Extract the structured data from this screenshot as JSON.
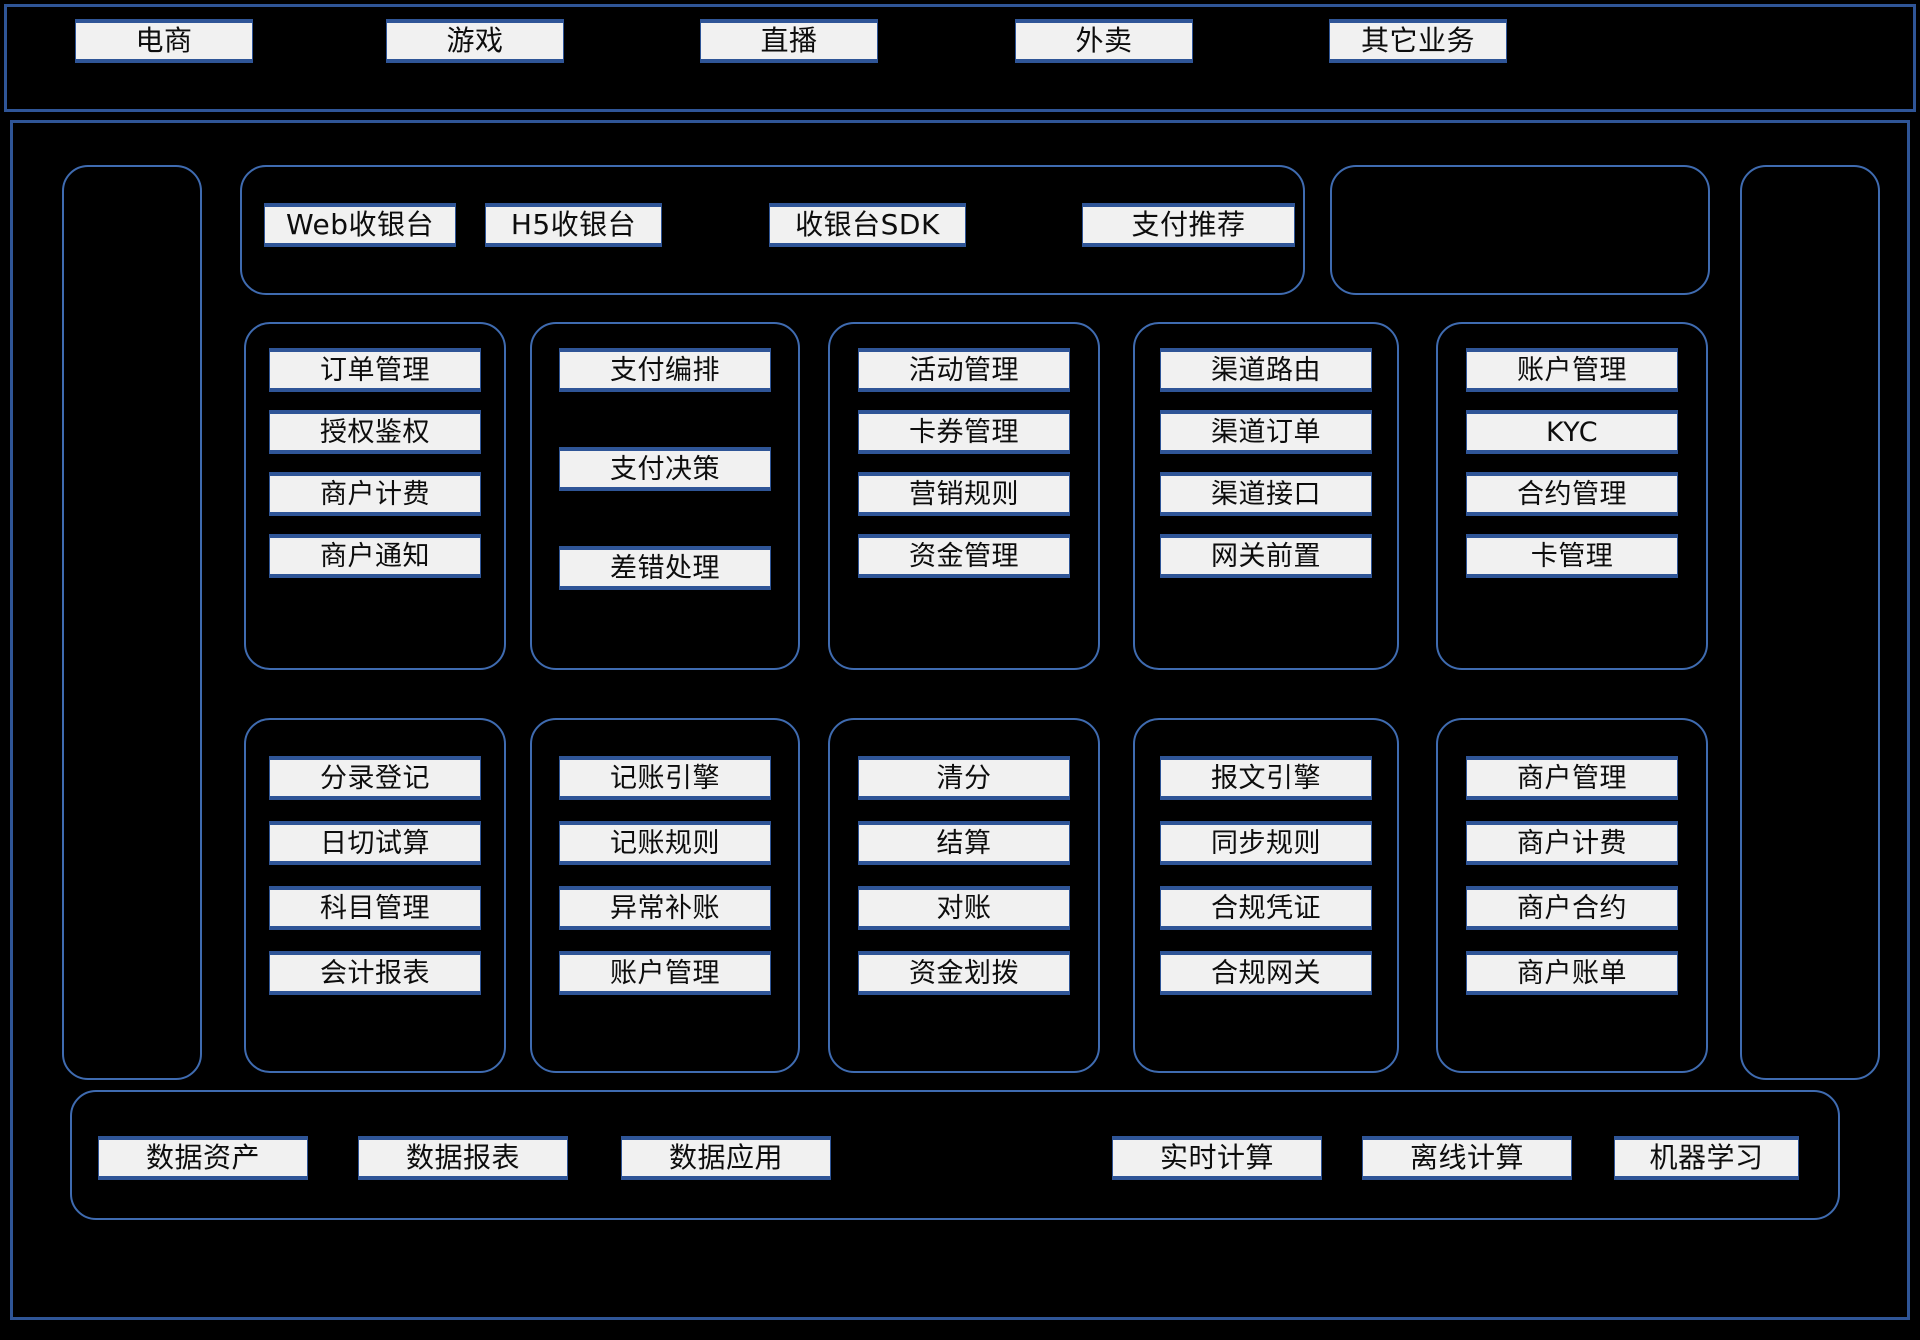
{
  "diagram": {
    "type": "layered-architecture",
    "background_color": "#000000",
    "accent_color": "#2f5597",
    "panel_border_color": "#3f6bb0",
    "chip_fill_color": "#f1f1f1"
  },
  "business_layer": {
    "items": [
      {
        "label": "电商"
      },
      {
        "label": "游戏"
      },
      {
        "label": "直播"
      },
      {
        "label": "外卖"
      },
      {
        "label": "其它业务"
      }
    ]
  },
  "cashier_layer": {
    "items": [
      {
        "label": "Web收银台"
      },
      {
        "label": "H5收银台"
      },
      {
        "label": "收银台SDK"
      },
      {
        "label": "支付推荐"
      }
    ]
  },
  "top_right_panel": {
    "items": []
  },
  "left_side_panel": {
    "items": []
  },
  "right_side_panel": {
    "items": []
  },
  "service_grid": {
    "rows": [
      {
        "groups": [
          {
            "name": "transaction-group",
            "layout": "packed",
            "items": [
              {
                "label": "订单管理"
              },
              {
                "label": "授权鉴权"
              },
              {
                "label": "商户计费"
              },
              {
                "label": "商户通知"
              }
            ]
          },
          {
            "name": "payment-orchestration-group",
            "layout": "spread",
            "items": [
              {
                "label": "支付编排"
              },
              {
                "label": "支付决策"
              },
              {
                "label": "差错处理"
              }
            ]
          },
          {
            "name": "marketing-group",
            "layout": "packed",
            "items": [
              {
                "label": "活动管理"
              },
              {
                "label": "卡券管理"
              },
              {
                "label": "营销规则"
              },
              {
                "label": "资金管理"
              }
            ]
          },
          {
            "name": "channel-group",
            "layout": "packed",
            "items": [
              {
                "label": "渠道路由"
              },
              {
                "label": "渠道订单"
              },
              {
                "label": "渠道接口"
              },
              {
                "label": "网关前置"
              }
            ]
          },
          {
            "name": "account-group",
            "layout": "packed",
            "items": [
              {
                "label": "账户管理"
              },
              {
                "label": "KYC"
              },
              {
                "label": "合约管理"
              },
              {
                "label": "卡管理"
              }
            ]
          }
        ]
      },
      {
        "groups": [
          {
            "name": "accounting-entry-group",
            "layout": "packed",
            "items": [
              {
                "label": "分录登记"
              },
              {
                "label": "日切试算"
              },
              {
                "label": "科目管理"
              },
              {
                "label": "会计报表"
              }
            ]
          },
          {
            "name": "bookkeeping-group",
            "layout": "packed",
            "items": [
              {
                "label": "记账引擎"
              },
              {
                "label": "记账规则"
              },
              {
                "label": "异常补账"
              },
              {
                "label": "账户管理"
              }
            ]
          },
          {
            "name": "clearing-group",
            "layout": "packed",
            "items": [
              {
                "label": "清分"
              },
              {
                "label": "结算"
              },
              {
                "label": "对账"
              },
              {
                "label": "资金划拨"
              }
            ]
          },
          {
            "name": "compliance-group",
            "layout": "packed",
            "items": [
              {
                "label": "报文引擎"
              },
              {
                "label": "同步规则"
              },
              {
                "label": "合规凭证"
              },
              {
                "label": "合规网关"
              }
            ]
          },
          {
            "name": "merchant-group",
            "layout": "packed",
            "items": [
              {
                "label": "商户管理"
              },
              {
                "label": "商户计费"
              },
              {
                "label": "商户合约"
              },
              {
                "label": "商户账单"
              }
            ]
          }
        ]
      }
    ]
  },
  "data_layer": {
    "left_items": [
      {
        "label": "数据资产"
      },
      {
        "label": "数据报表"
      },
      {
        "label": "数据应用"
      }
    ],
    "right_items": [
      {
        "label": "实时计算"
      },
      {
        "label": "离线计算"
      },
      {
        "label": "机器学习"
      }
    ]
  }
}
